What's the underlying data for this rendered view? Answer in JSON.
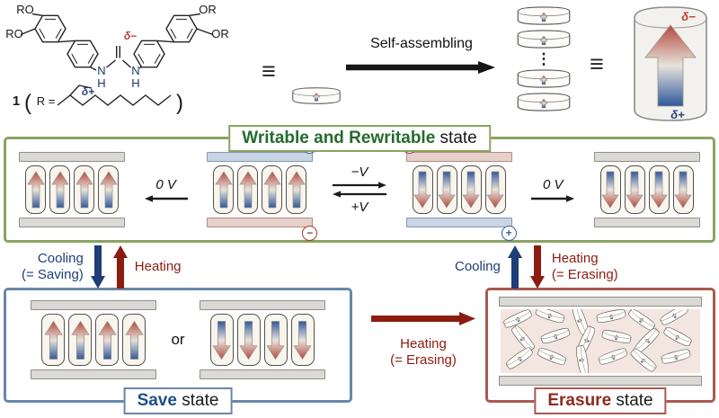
{
  "molecule": {
    "ro_top": "RO",
    "ro_left": "RO",
    "or_top": "OR",
    "or_right": "OR",
    "delta_minus": "δ−",
    "delta_plus": "δ+",
    "n_left": "N",
    "h_left": "H",
    "n_right": "N",
    "h_right": "H",
    "compound_index": "1",
    "r_equals": "R =",
    "paren_open": "(",
    "paren_close": ")"
  },
  "top_row": {
    "equiv_left": "≡",
    "self_assembling": "Self-assembling",
    "equiv_right": "≡",
    "stack_dots": "⋮",
    "cylinder": {
      "delta_minus": "δ−",
      "delta_plus": "δ+"
    }
  },
  "writable": {
    "title_strong": "Writable and Rewritable",
    "title_rest": " state",
    "zero_v": "0 V",
    "minus_v": "−V",
    "plus_v": "+V",
    "plus": "+",
    "minus": "−"
  },
  "transitions": {
    "cooling_line1": "Cooling",
    "cooling_line2": "(= Saving)",
    "heating_left": "Heating",
    "cooling_right": "Cooling",
    "heating_right_line1": "Heating",
    "heating_right_line2": "(= Erasing)",
    "save_to_erasure_line1": "Heating",
    "save_to_erasure_line2": "(= Erasing)"
  },
  "save": {
    "title_strong": "Save",
    "title_rest": " state",
    "or_label": "or"
  },
  "erasure": {
    "title_strong": "Erasure",
    "title_rest": " state"
  },
  "colors": {
    "writable_green": "#88a45f",
    "writable_text": "#246b2d",
    "save_blue": "#6787aa",
    "save_text": "#1e4f87",
    "erasure_red": "#a85a4f",
    "erasure_text": "#8f2a1f",
    "heating": "#8c1c10",
    "cooling": "#1f3d78",
    "dipole_negative": "#b5473c",
    "dipole_positive": "#30589b"
  }
}
